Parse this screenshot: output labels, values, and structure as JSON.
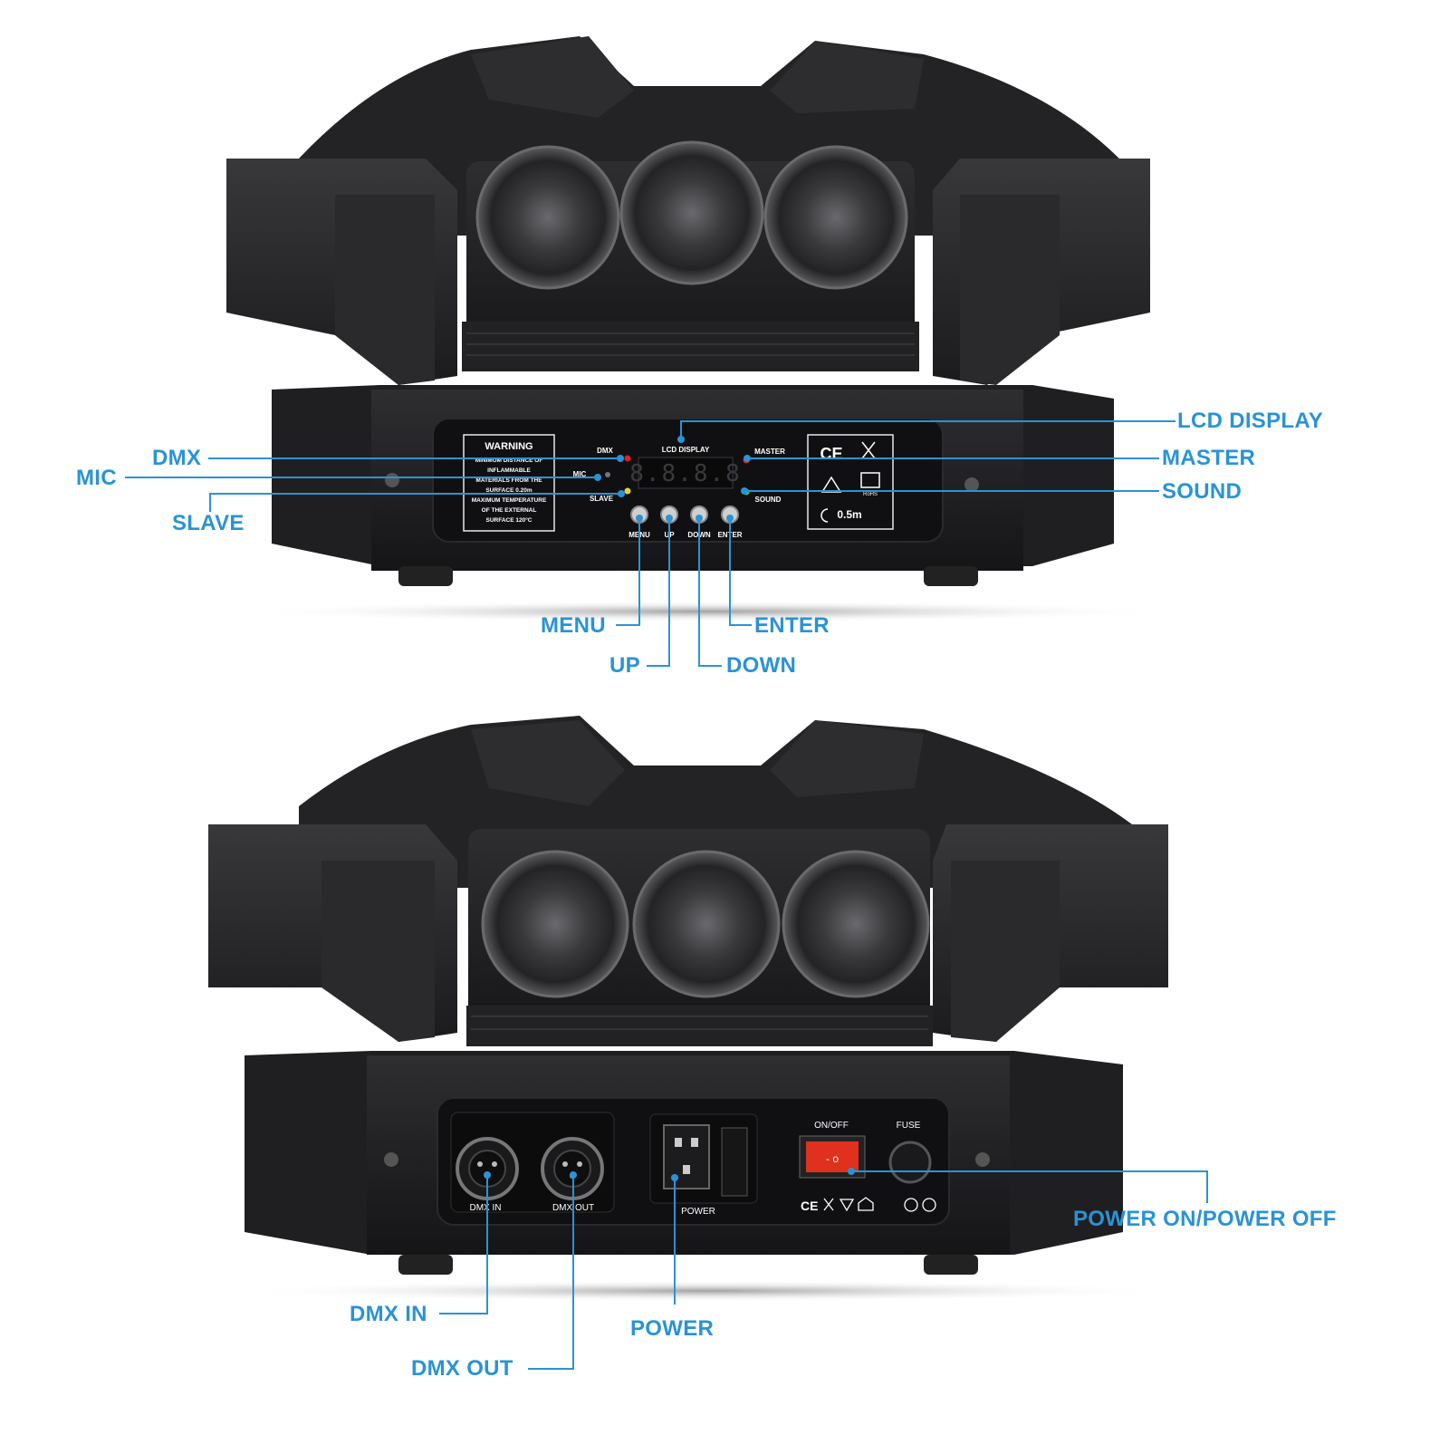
{
  "accent_color": "#2a93d5",
  "unit_color": "#1c1c1e",
  "top_unit": {
    "callouts": {
      "lcd_display": "LCD DISPLAY",
      "dmx": "DMX",
      "master": "MASTER",
      "mic": "MIC",
      "sound": "SOUND",
      "slave": "SLAVE",
      "menu": "MENU",
      "enter": "ENTER",
      "up": "UP",
      "down": "DOWN"
    },
    "panel": {
      "warning_title": "WARNING",
      "warning_lines": [
        "MINIMUM DISTANCE OF",
        "INFLAMMABLE",
        "MATERIALS FROM THE",
        "SURFACE 0.20m",
        "MAXIMUM TEMPERATURE",
        "OF THE EXTERNAL",
        "SURFACE 120°C"
      ],
      "dmx_label": "DMX",
      "mic_label": "MIC",
      "slave_label": "SLAVE",
      "lcd_label": "LCD DISPLAY",
      "lcd_digits": "8.8.8.8",
      "master_label": "MASTER",
      "sound_label": "SOUND",
      "buttons": [
        "MENU",
        "UP",
        "DOWN",
        "ENTER"
      ],
      "ce_mark": "CE",
      "distance": "0.5m",
      "rohs": "RoHS"
    }
  },
  "bottom_unit": {
    "callouts": {
      "power_switch": "POWER ON/POWER OFF",
      "dmx_in": "DMX IN",
      "power": "POWER",
      "dmx_out": "DMX OUT"
    },
    "panel": {
      "dmx_in_label": "DMX IN",
      "dmx_out_label": "DMX OUT",
      "power_label": "POWER",
      "on_off_label": "ON/OFF",
      "fuse_label": "FUSE",
      "switch_symbols": "- o",
      "ce_row": "CE"
    }
  }
}
